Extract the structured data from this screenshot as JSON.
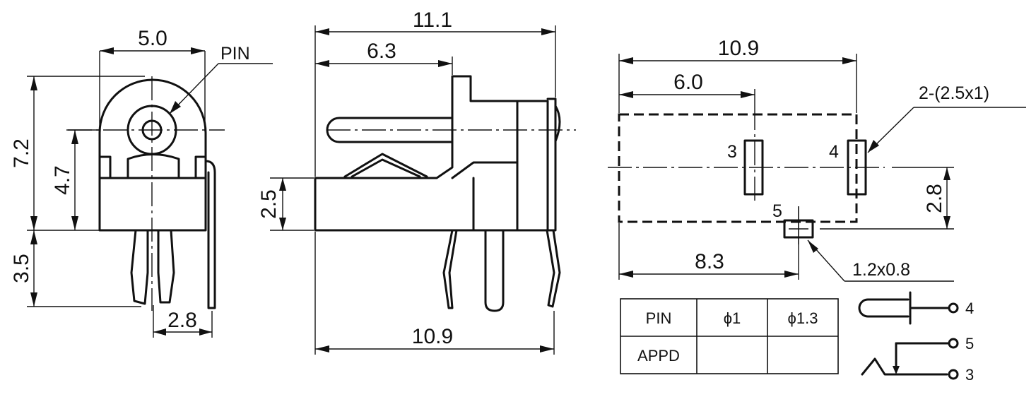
{
  "front_view": {
    "width_dim": "5.0",
    "pin_callout": "PIN",
    "height_total_dim": "7.2",
    "pin_height_dim": "4.7",
    "lead_length_dim": "3.5",
    "lead_offset_dim": "2.8"
  },
  "side_view": {
    "overall_length_dim": "11.1",
    "pin_depth_dim": "6.3",
    "body_height_dim": "2.5",
    "base_length_dim": "10.9"
  },
  "footprint_view": {
    "width_dim": "10.9",
    "pad_offset_dim": "6.0",
    "slot_callout": "2-(2.5x1)",
    "pad3_label": "3",
    "pad4_label": "4",
    "pad5_label": "5",
    "vertical_offset_dim": "2.8",
    "pad5_offset_dim": "8.3",
    "pad5_size_callout": "1.2x0.8"
  },
  "spec_table": {
    "header": [
      "PIN",
      "ϕ1",
      "ϕ1.3"
    ],
    "row_label": "APPD"
  },
  "schematic": {
    "pin_4": "4",
    "pin_5": "5",
    "pin_3": "3"
  }
}
